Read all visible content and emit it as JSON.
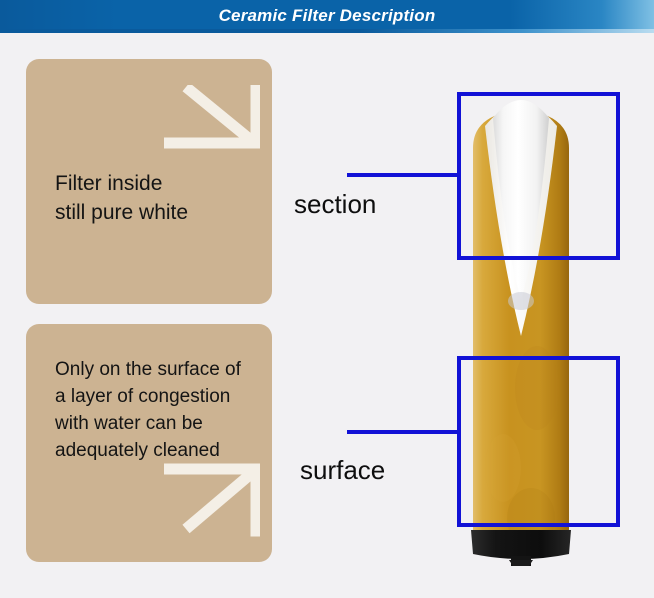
{
  "banner": {
    "title": "Ceramic Filter Description",
    "background_color": "#0a63a8",
    "text_color": "#ffffff"
  },
  "page": {
    "background_color": "#f2f1f3"
  },
  "cards": [
    {
      "id": "filter-inside-card",
      "text": "Filter inside\nstill pure white",
      "background_color": "#ccb392",
      "text_color": "#141414",
      "icon": "arrow-down-right-icon"
    },
    {
      "id": "surface-congestion-card",
      "text": "Only on the surface of\na layer of congestion\nwith water can be\nadequately cleaned",
      "background_color": "#ccb392",
      "text_color": "#141414",
      "icon": "arrow-up-right-icon"
    }
  ],
  "callouts": [
    {
      "id": "section-callout",
      "label": "section",
      "box_color": "#1212d6",
      "label_color": "#0e0e0e"
    },
    {
      "id": "surface-callout",
      "label": "surface",
      "box_color": "#1212d6",
      "label_color": "#0e0e0e"
    }
  ],
  "photo": {
    "name": "ceramic-filter-photo",
    "core_color": "#ffffff",
    "body_color": "#c8921f",
    "body_highlight_color": "#e8b850",
    "body_shadow_color": "#9a6e12",
    "base_color": "#1b1b1b"
  }
}
